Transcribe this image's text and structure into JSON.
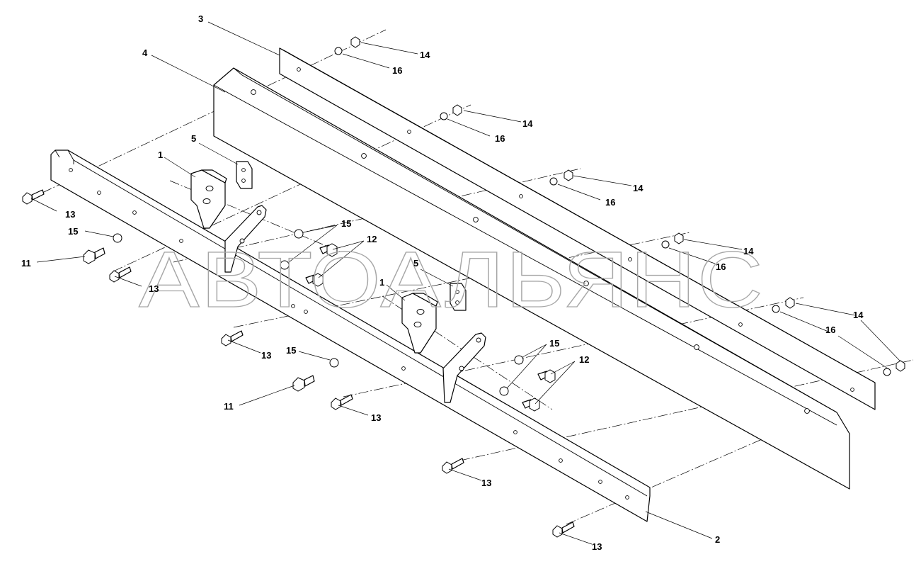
{
  "watermark": "АВТОАЛЬЯНС",
  "callouts": [
    {
      "id": "c3",
      "label": "3"
    },
    {
      "id": "c4",
      "label": "4"
    },
    {
      "id": "c14a",
      "label": "14"
    },
    {
      "id": "c16a",
      "label": "16"
    },
    {
      "id": "c14b",
      "label": "14"
    },
    {
      "id": "c16b",
      "label": "16"
    },
    {
      "id": "c14c",
      "label": "14"
    },
    {
      "id": "c16c",
      "label": "16"
    },
    {
      "id": "c14d",
      "label": "14"
    },
    {
      "id": "c16d",
      "label": "16"
    },
    {
      "id": "c14e",
      "label": "14"
    },
    {
      "id": "c16e",
      "label": "16"
    },
    {
      "id": "c5a",
      "label": "5"
    },
    {
      "id": "c1a",
      "label": "1"
    },
    {
      "id": "c13a",
      "label": "13"
    },
    {
      "id": "c15a",
      "label": "15"
    },
    {
      "id": "c11a",
      "label": "11"
    },
    {
      "id": "c13b",
      "label": "13"
    },
    {
      "id": "c15b",
      "label": "15"
    },
    {
      "id": "c12a",
      "label": "12"
    },
    {
      "id": "c5b",
      "label": "5"
    },
    {
      "id": "c1b",
      "label": "1"
    },
    {
      "id": "c13c",
      "label": "13"
    },
    {
      "id": "c15c",
      "label": "15"
    },
    {
      "id": "c11b",
      "label": "11"
    },
    {
      "id": "c13d",
      "label": "13"
    },
    {
      "id": "c15d",
      "label": "15"
    },
    {
      "id": "c12b",
      "label": "12"
    },
    {
      "id": "c13e",
      "label": "13"
    },
    {
      "id": "c13f",
      "label": "13"
    },
    {
      "id": "c2",
      "label": "2"
    }
  ]
}
